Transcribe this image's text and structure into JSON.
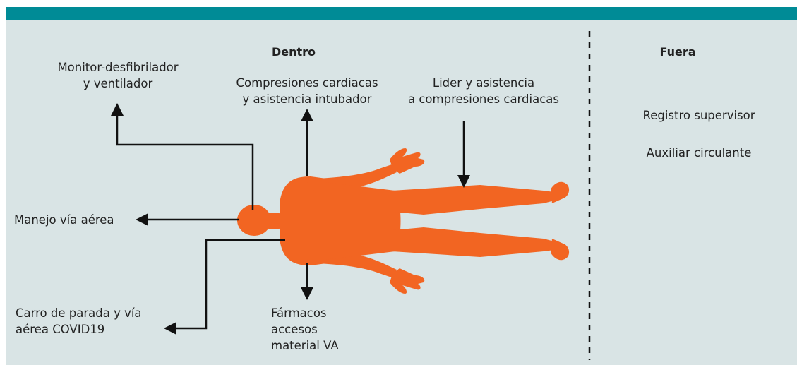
{
  "colors": {
    "topbar": "#008b96",
    "panel": "#d9e4e5",
    "figure": "#f26522",
    "arrows": "#111111"
  },
  "headings": {
    "inside": "Dentro",
    "outside": "Fuera"
  },
  "roles_inside": {
    "monitor": [
      "Monitor-desfibrilador",
      "y ventilador"
    ],
    "compressions": [
      "Compresiones cardiacas",
      "y asistencia intubador"
    ],
    "leader": [
      "Lider y asistencia",
      "a compresiones cardiacas"
    ],
    "airway": "Manejo vía aérea",
    "cart": [
      "Carro de parada y vía",
      "aérea COVID19"
    ],
    "drugs": [
      "Fármacos",
      "accesos",
      "material VA"
    ]
  },
  "roles_outside": [
    "Registro supervisor",
    "Auxiliar circulante"
  ],
  "icons": {
    "patient": "human-body-figure",
    "arrow": "arrowhead"
  }
}
